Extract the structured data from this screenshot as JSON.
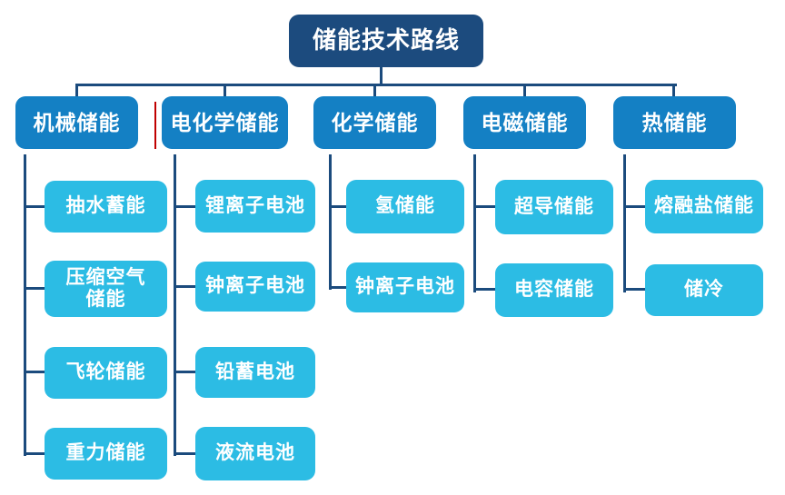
{
  "diagram": {
    "title": "储能技术路线",
    "branches": [
      {
        "label": "机械储能",
        "children": [
          "抽水蓄能",
          "压缩空气\n储能",
          "飞轮储能",
          "重力储能"
        ]
      },
      {
        "label": "电化学储能",
        "children": [
          "锂离子电池",
          "钟离子电池",
          "铅蓄电池",
          "液流电池"
        ]
      },
      {
        "label": "化学储能",
        "children": [
          "氢储能",
          "钟离子电池"
        ]
      },
      {
        "label": "电磁储能",
        "children": [
          "超导储能",
          "电容储能"
        ]
      },
      {
        "label": "热储能",
        "children": [
          "熔融盐储能",
          "储冷"
        ]
      }
    ],
    "colors": {
      "root_fill": "#1C4B7E",
      "branch_fill": "#1480C4",
      "leaf_fill": "#2CBCE4",
      "connector": "#1B4B7D",
      "text": "#FFFFFF",
      "artifact_red": "#C00000"
    }
  }
}
